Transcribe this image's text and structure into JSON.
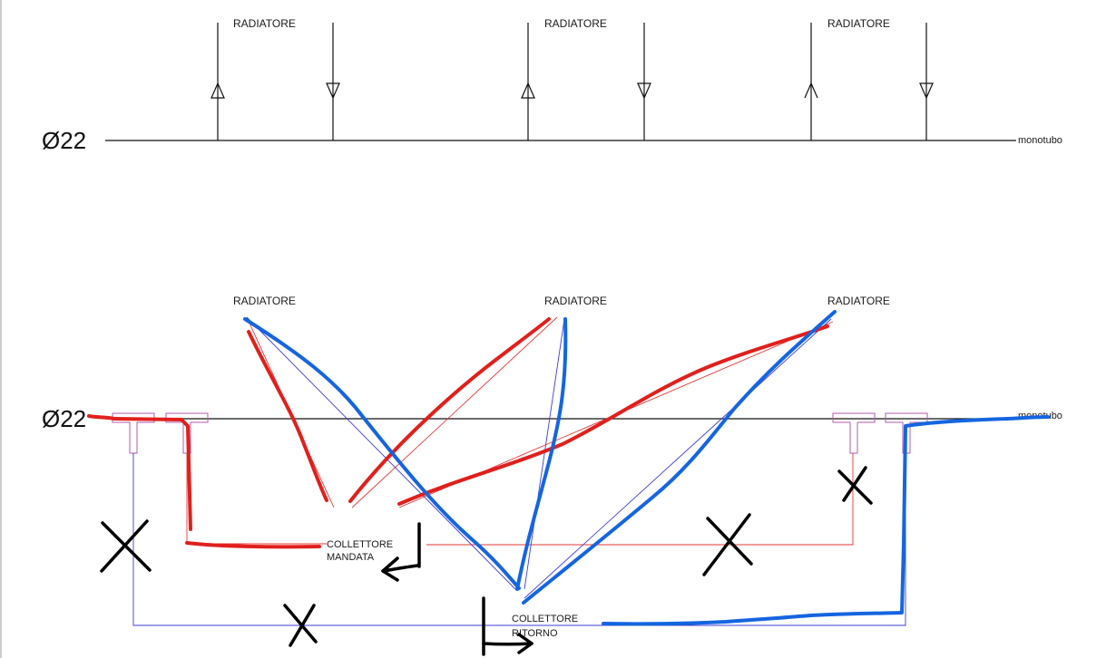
{
  "colors": {
    "mandata": "#e0201c",
    "ritorno": "#1565e0",
    "pipe": "#111111",
    "tee": "#b05bb0"
  },
  "top_diagram": {
    "diameter_label": "Ø22",
    "pipe_label": "monotubo",
    "radiators": [
      {
        "label": "RADIATORE"
      },
      {
        "label": "RADIATORE"
      },
      {
        "label": "RADIATORE"
      }
    ]
  },
  "bottom_diagram": {
    "diameter_label": "Ø22",
    "pipe_label": "monotubo",
    "radiators": [
      {
        "label": "RADIATORE"
      },
      {
        "label": "RADIATORE"
      },
      {
        "label": "RADIATORE"
      }
    ],
    "collettore_mandata": {
      "line1": "COLLETTORE",
      "line2": "MANDATA"
    },
    "collettore_ritorno": {
      "line1": "COLLETTORE",
      "line2": "RITORNO"
    }
  }
}
